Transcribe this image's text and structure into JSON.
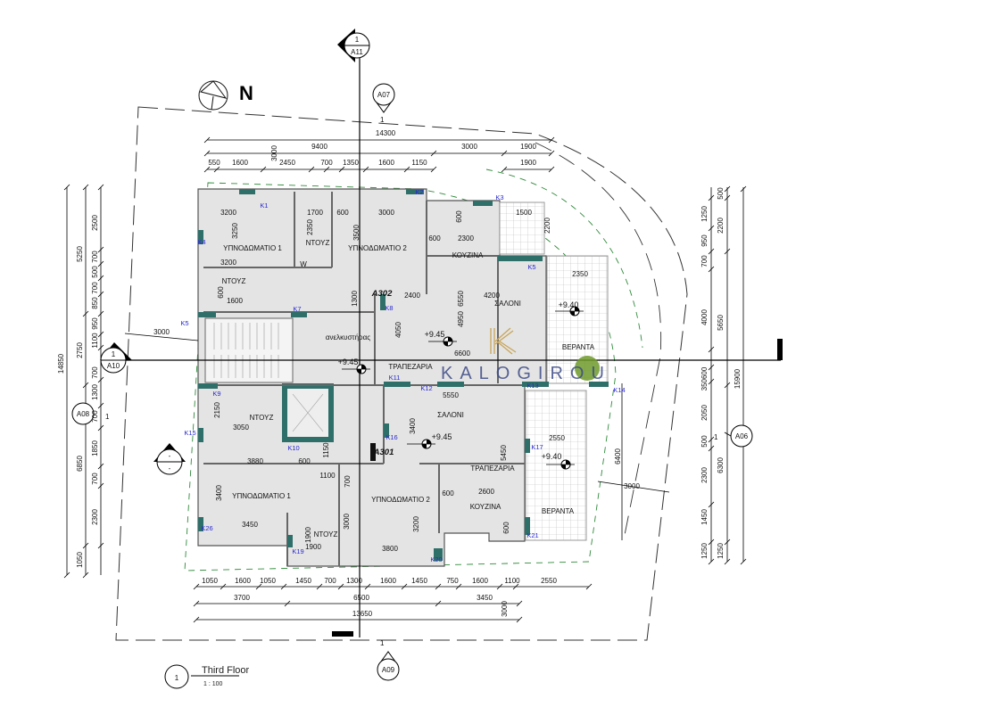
{
  "title_block": {
    "number": "1",
    "title": "Third Floor",
    "scale": "1 : 100"
  },
  "north_label": "N",
  "markers": {
    "a11": {
      "top": "1",
      "bottom": "A11"
    },
    "a07": {
      "label": "A07",
      "num": "1"
    },
    "a09": {
      "label": "A09",
      "num": "1"
    },
    "a10": {
      "top": "1",
      "bottom": "A10"
    },
    "a08": {
      "label": "A08",
      "num": "1"
    },
    "a06": {
      "label": "A06",
      "num": "1"
    },
    "section": {
      "top": "-",
      "bottom": "-"
    }
  },
  "apartments": [
    "A302",
    "A301"
  ],
  "levels": [
    "+9.40",
    "+9.45",
    "+9.45",
    "+9.45",
    "+9.40"
  ],
  "rooms": [
    "ΥΠΝΟΔΩΜΑΤΙΟ 1",
    "ΝΤΟΥΖ",
    "ΥΠΝΟΔΩΜΑΤΙΟ 2",
    "ΚΟΥΖΙΝΑ",
    "ΝΤΟΥΖ",
    "ΣΑΛΟΝΙ",
    "ΒΕΡΑΝΤΑ",
    "ΤΡΑΠΕΖΑΡΙΑ",
    "ΝΤΟΥΖ",
    "ΣΑΛΟΝΙ",
    "ΤΡΑΠΕΖΑΡΙΑ",
    "ΥΠΝΟΔΩΜΑΤΙΟ 1",
    "ΥΠΝΟΔΩΜΑΤΙΟ 2",
    "ΚΟΥΖΙΝΑ",
    "ΒΕΡΑΝΤΑ",
    "ΝΤΟΥΖ",
    "W",
    "ανελκυστήρας"
  ],
  "column_tags": [
    "K1",
    "K2",
    "K3",
    "K4",
    "K5",
    "K5",
    "K7",
    "K8",
    "K11",
    "K12",
    "K13",
    "K14",
    "K9",
    "K15",
    "K10",
    "K16",
    "K17",
    "K21",
    "K26",
    "K19",
    "K20"
  ],
  "dims_top": [
    "14300",
    "9400",
    "3000",
    "1900",
    "550",
    "1600",
    "2450",
    "700",
    "1350",
    "1600",
    "1150",
    "1900",
    "3000"
  ],
  "dims_bottom": [
    "1050",
    "1600",
    "1050",
    "1450",
    "700",
    "1300",
    "1600",
    "1450",
    "750",
    "1600",
    "1100",
    "2550",
    "3700",
    "6500",
    "3450",
    "13650",
    "3000"
  ],
  "dims_left": [
    "14850",
    "5250",
    "2750",
    "6850",
    "1050",
    "2500",
    "700",
    "500",
    "700",
    "850",
    "950",
    "1100",
    "700",
    "1300",
    "700",
    "1850",
    "700",
    "2300",
    "3000"
  ],
  "dims_right": [
    "1250",
    "950",
    "700",
    "4000",
    "350600",
    "2050",
    "500",
    "2300",
    "1450",
    "1250",
    "500",
    "2200",
    "5650",
    "6300",
    "1250",
    "15900"
  ],
  "dims_interior": [
    "3200",
    "1700",
    "600",
    "3000",
    "600",
    "1500",
    "2200",
    "3250",
    "2350",
    "3500",
    "600",
    "2300",
    "3200",
    "2350",
    "1600",
    "2400",
    "4200",
    "6550",
    "4950",
    "4050",
    "6600",
    "1300",
    "5550",
    "3050",
    "2150",
    "3400",
    "5450",
    "2550",
    "3880",
    "600",
    "1150",
    "1100",
    "700",
    "600",
    "2600",
    "6400",
    "3000",
    "3400",
    "3450",
    "1900",
    "3800",
    "3000",
    "3200",
    "1900",
    "600",
    "600"
  ],
  "watermark": "KALOGIROU",
  "colors": {
    "wall": "#2f6f6a",
    "floor": "#e4e4e4",
    "site_boundary": "#333333",
    "green_boundary": "#2f8a3a",
    "watermark": "#3c4b86",
    "logo": "#c9a45a"
  }
}
